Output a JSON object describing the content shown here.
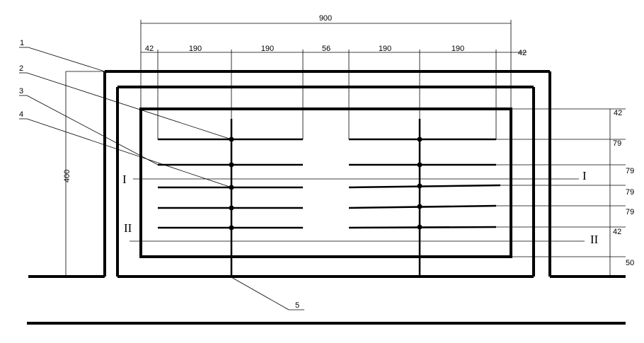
{
  "top_dimensions": {
    "overall": "900",
    "segments": [
      "42",
      "190",
      "190",
      "56",
      "190",
      "190",
      "42"
    ]
  },
  "right_dimensions": [
    "42",
    "79",
    "79",
    "79",
    "79",
    "42",
    "50"
  ],
  "height_dimension": "400",
  "callouts": [
    "1",
    "2",
    "3",
    "4",
    "5"
  ],
  "section_marks": {
    "first": "I",
    "second": "II"
  },
  "colors": {
    "line": "#000000",
    "background": "#ffffff"
  }
}
